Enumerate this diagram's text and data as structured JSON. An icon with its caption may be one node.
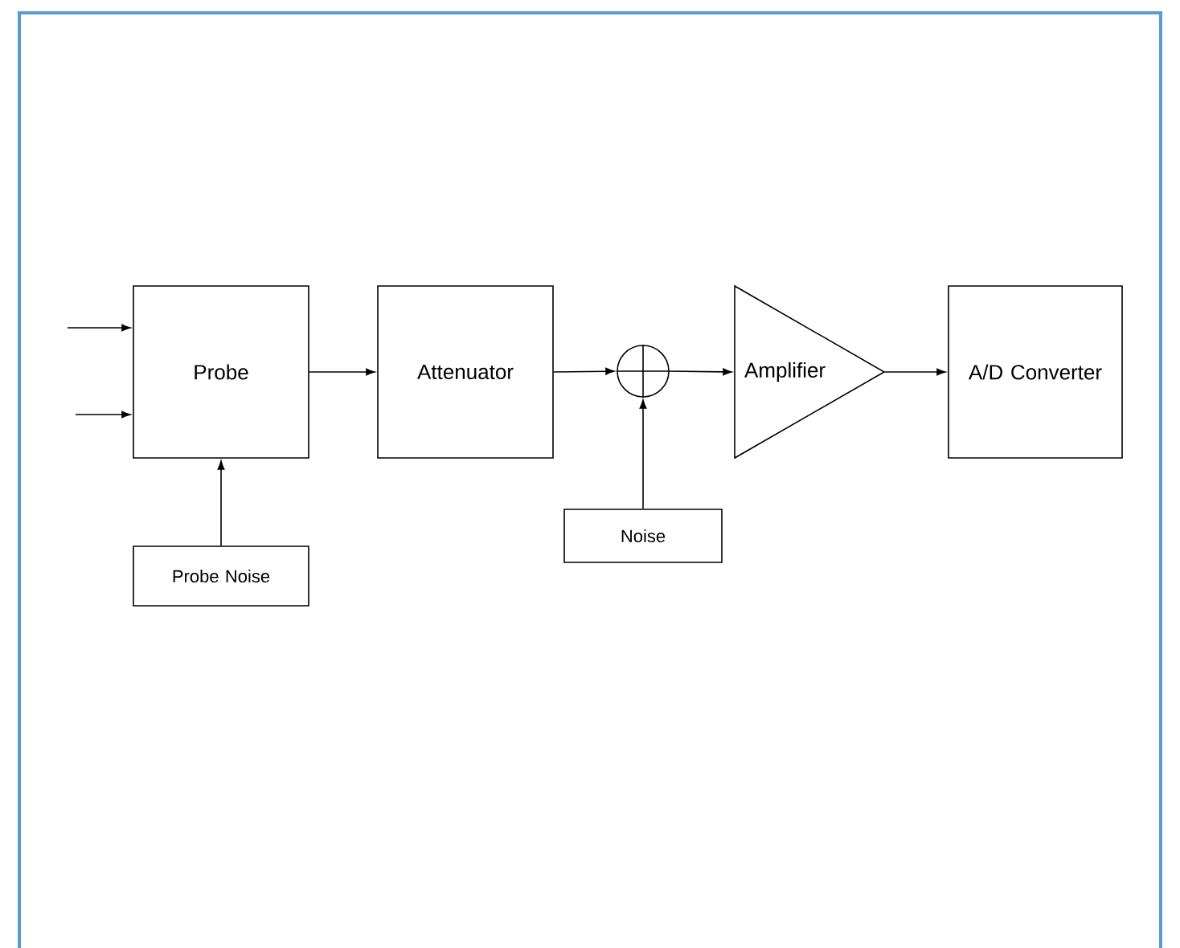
{
  "diagram": {
    "nodes": [
      {
        "text": [
          "Probe"
        ]
      },
      {
        "text": [
          "Attenuator"
        ]
      },
      {
        "text": [],
        "shape": "circle"
      },
      {
        "text": [
          "Amplifier"
        ]
      },
      {
        "text": [
          "A/D Converter"
        ]
      },
      {
        "text": [
          "Noise"
        ]
      },
      {
        "text": [
          "Probe Noise"
        ]
      }
    ],
    "edges": [
      {
        "from": null,
        "to": 0,
        "arrow": "to"
      },
      {
        "from": null,
        "to": 0,
        "arrow": "to"
      },
      {
        "from": 0,
        "to": 1,
        "arrow": "to"
      },
      {
        "from": 1,
        "to": 2,
        "arrow": "to"
      },
      {
        "from": 2,
        "to": 3,
        "arrow": "to"
      },
      {
        "from": 3,
        "to": 4,
        "arrow": "to"
      },
      {
        "from": 6,
        "to": 0,
        "arrow": "to"
      },
      {
        "from": 5,
        "to": 2,
        "arrow": "to"
      }
    ]
  }
}
